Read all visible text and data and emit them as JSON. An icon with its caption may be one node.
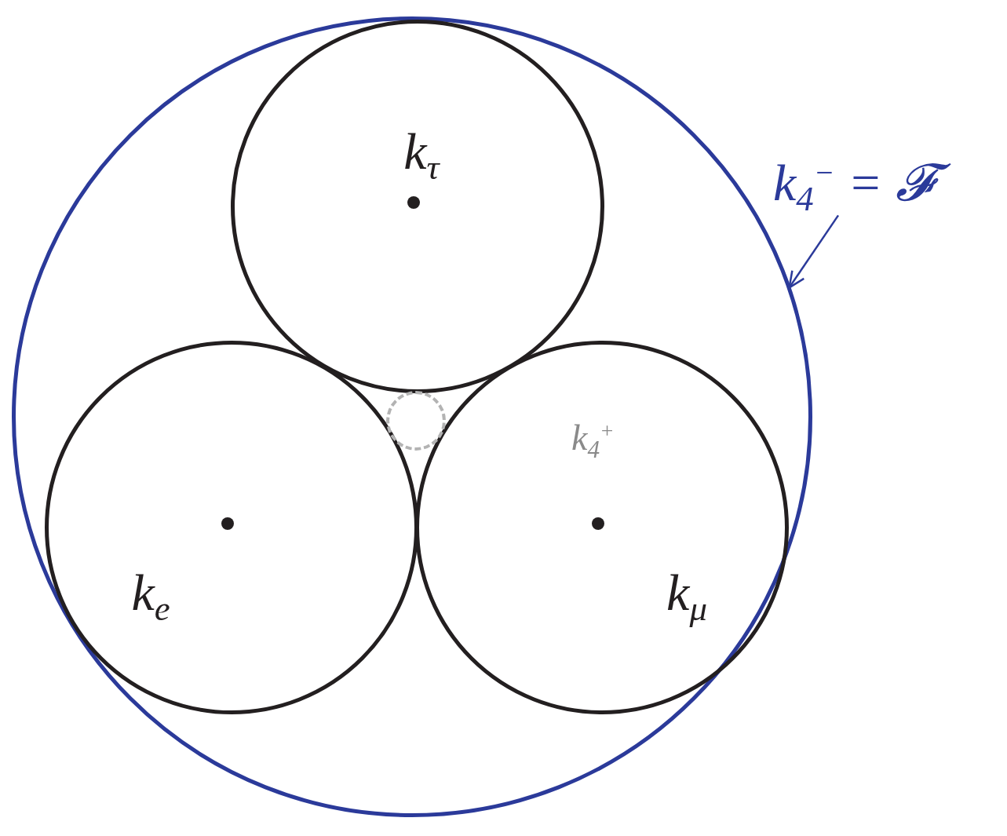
{
  "diagram": {
    "nodes": [
      {
        "text": [],
        "shape": "circle"
      },
      {
        "text": [
          "k$_{τ}$"
        ],
        "in": 0
      },
      {
        "text": [
          "k$_{e}$"
        ],
        "in": 0
      },
      {
        "text": [
          "k$_{μ}$"
        ],
        "in": 0
      },
      {
        "text": [],
        "shape": "circle",
        "in": 0
      },
      {
        "text": [
          "k$_{4}$$^{−}$ = 𝓕"
        ]
      }
    ],
    "edges": [
      {
        "from": 5,
        "to": 0,
        "arrow": "to"
      }
    ],
    "labels": [
      "k$_{4}$$^{+}$"
    ]
  }
}
